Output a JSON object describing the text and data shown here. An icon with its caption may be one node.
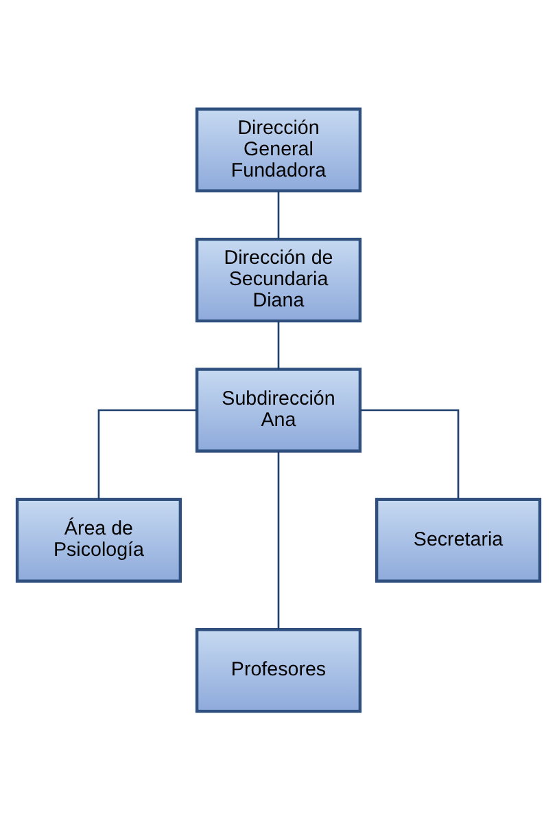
{
  "diagram": {
    "nodes": [
      {
        "text": [
          "Dirección General Fundadora"
        ]
      },
      {
        "text": [
          "Dirección de Secundaria Diana"
        ]
      },
      {
        "text": [
          "Subdirección Ana"
        ]
      },
      {
        "text": [
          "Área de Psicología"
        ]
      },
      {
        "text": [
          "Secretaria"
        ]
      },
      {
        "text": [
          "Profesores"
        ]
      }
    ],
    "edges": [
      {
        "from": 0,
        "to": 1,
        "arrow": "none"
      },
      {
        "from": 1,
        "to": 2,
        "arrow": "none"
      },
      {
        "from": 2,
        "to": 3,
        "arrow": "none"
      },
      {
        "from": 2,
        "to": 4,
        "arrow": "none"
      },
      {
        "from": 2,
        "to": 5,
        "arrow": "none"
      }
    ]
  }
}
